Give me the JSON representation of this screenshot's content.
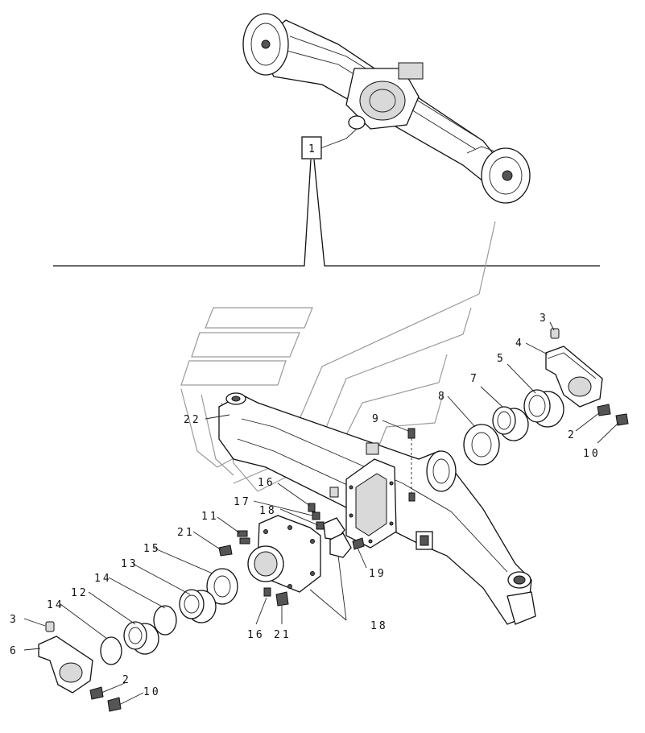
{
  "callouts": [
    {
      "id": "c1",
      "text": "1"
    },
    {
      "id": "c3a",
      "text": "3"
    },
    {
      "id": "c4",
      "text": "4"
    },
    {
      "id": "c5",
      "text": "5"
    },
    {
      "id": "c7",
      "text": "7"
    },
    {
      "id": "c8",
      "text": "8"
    },
    {
      "id": "c9",
      "text": "9"
    },
    {
      "id": "c2a",
      "text": "2"
    },
    {
      "id": "c10a",
      "text": "10"
    },
    {
      "id": "c22",
      "text": "22"
    },
    {
      "id": "c16a",
      "text": "16"
    },
    {
      "id": "c17",
      "text": "17"
    },
    {
      "id": "c18a",
      "text": "18"
    },
    {
      "id": "c11",
      "text": "11"
    },
    {
      "id": "c21a",
      "text": "21"
    },
    {
      "id": "c19",
      "text": "19"
    },
    {
      "id": "c15",
      "text": "15"
    },
    {
      "id": "c13",
      "text": "13"
    },
    {
      "id": "c14a",
      "text": "14"
    },
    {
      "id": "c12",
      "text": "12"
    },
    {
      "id": "c14b",
      "text": "14"
    },
    {
      "id": "c3b",
      "text": "3"
    },
    {
      "id": "c6",
      "text": "6"
    },
    {
      "id": "c16b",
      "text": "16"
    },
    {
      "id": "c21b",
      "text": "21"
    },
    {
      "id": "c18b",
      "text": "18"
    },
    {
      "id": "c2b",
      "text": "2"
    },
    {
      "id": "c10b",
      "text": "10"
    }
  ]
}
